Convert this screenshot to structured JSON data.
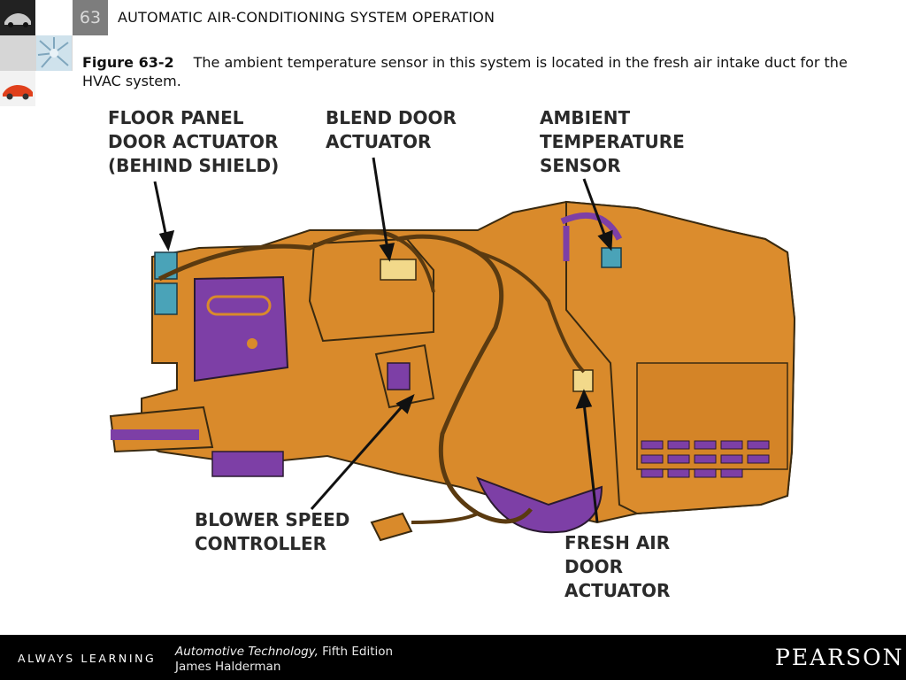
{
  "header": {
    "chapter_number": "63",
    "chapter_title": "AUTOMATIC AIR-CONDITIONING SYSTEM OPERATION"
  },
  "caption": {
    "figure_label": "Figure 63-2",
    "text": "The ambient temperature sensor in this system is located in the fresh air intake duct for the HVAC system."
  },
  "figure": {
    "labels": {
      "floor_panel": [
        "FLOOR PANEL",
        "DOOR ACTUATOR",
        "(BEHIND SHIELD)"
      ],
      "blend_door": [
        "BLEND DOOR",
        "ACTUATOR"
      ],
      "ambient": [
        "AMBIENT",
        "TEMPERATURE",
        "SENSOR"
      ],
      "blower": [
        "BLOWER SPEED",
        "CONTROLLER"
      ],
      "fresh_air": [
        "FRESH AIR",
        "DOOR",
        "ACTUATOR"
      ]
    },
    "colors": {
      "housing": "#d98a2b",
      "accent": "#7d3fa6",
      "connector_blue": "#4aa3b8",
      "connector_yellow": "#f2d98a"
    }
  },
  "footer": {
    "tagline": "ALWAYS LEARNING",
    "book_title": "Automotive Technology,",
    "edition": " Fifth Edition",
    "author": "James Halderman",
    "publisher": "PEARSON"
  }
}
